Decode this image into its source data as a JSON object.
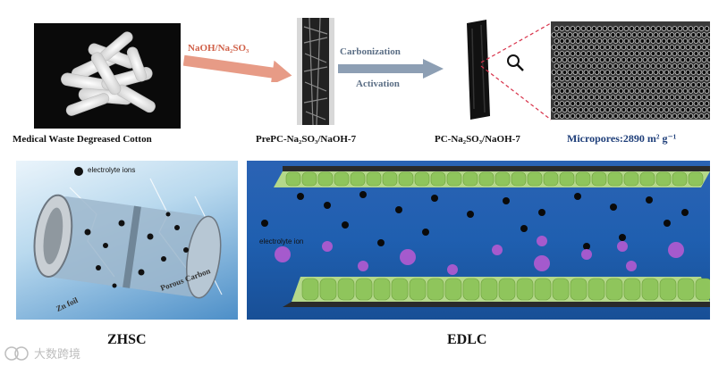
{
  "top": {
    "step1_label": "Medical Waste Degreased Cotton",
    "arrow1_label": "NaOH/Na₂SO₃",
    "step2_label": "PrePC-Na₂SO₃/NaOH-7",
    "arrow2_label_line1": "Carbonization",
    "arrow2_label_line2": "Activation",
    "step3_label": "PC-Na₂SO₃/NaOH-7",
    "micropores_label": "Micropores:2890 m² g⁻¹"
  },
  "bottom": {
    "zhsc_label": "ZHSC",
    "edlc_label": "EDLC",
    "zhsc_electrolyte": "electrolyte ions",
    "zhsc_porous_carbon": "Porous Carbon",
    "zhsc_zn_foil": "Zn foil",
    "edlc_electrolyte": "electrolyte ion"
  },
  "watermark": "大数跨境",
  "colors": {
    "arrow1": "#e79b86",
    "arrow2": "#8d9fb4",
    "micropores_text": "#1f3f7a",
    "dashed_line": "#d8324a",
    "electrolyte_blue": "#1f5fb0",
    "carbon_green": "#9bcf6a",
    "ion_purple": "#b45ad0"
  }
}
